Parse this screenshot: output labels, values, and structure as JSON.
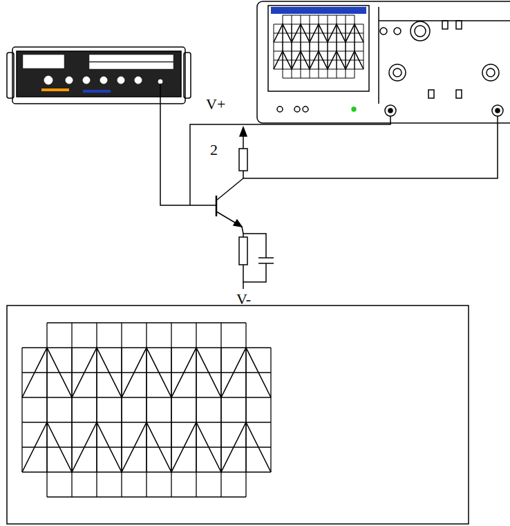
{
  "diagram": {
    "labels": [
      "V+",
      "2",
      "V-"
    ]
  }
}
